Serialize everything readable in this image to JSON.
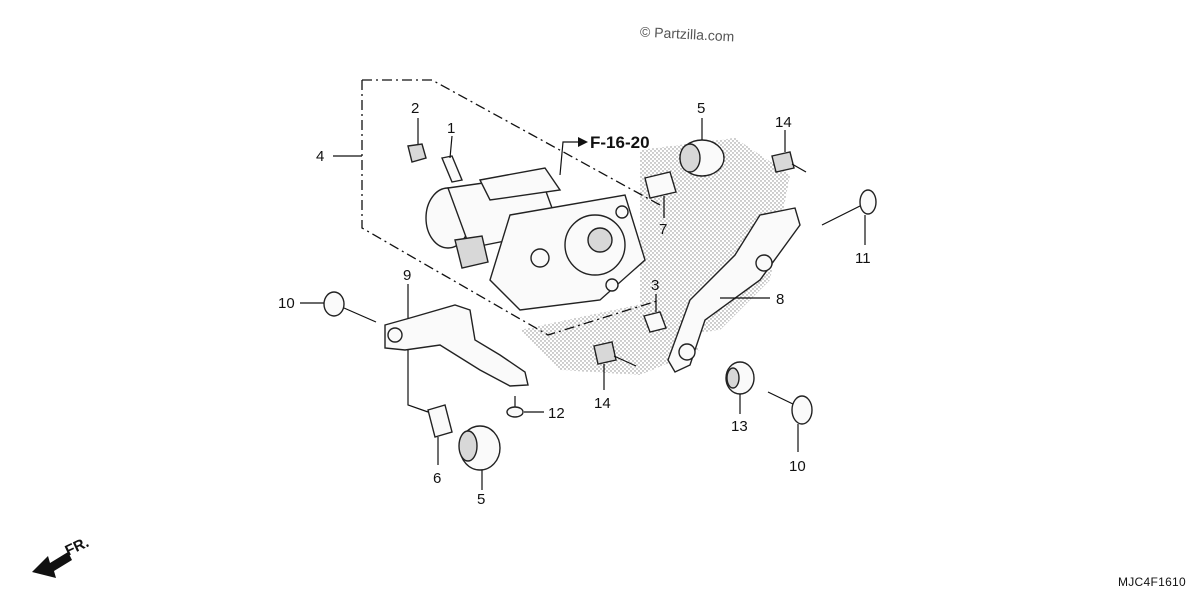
{
  "watermark": "© Partzilla.com",
  "diagram_code": "MJC4F1610",
  "front_indicator": "FR.",
  "reference": "F-16-20",
  "callouts": [
    "1",
    "2",
    "3",
    "4",
    "5",
    "5",
    "6",
    "7",
    "8",
    "9",
    "10",
    "10",
    "11",
    "12",
    "13",
    "14",
    "14"
  ]
}
